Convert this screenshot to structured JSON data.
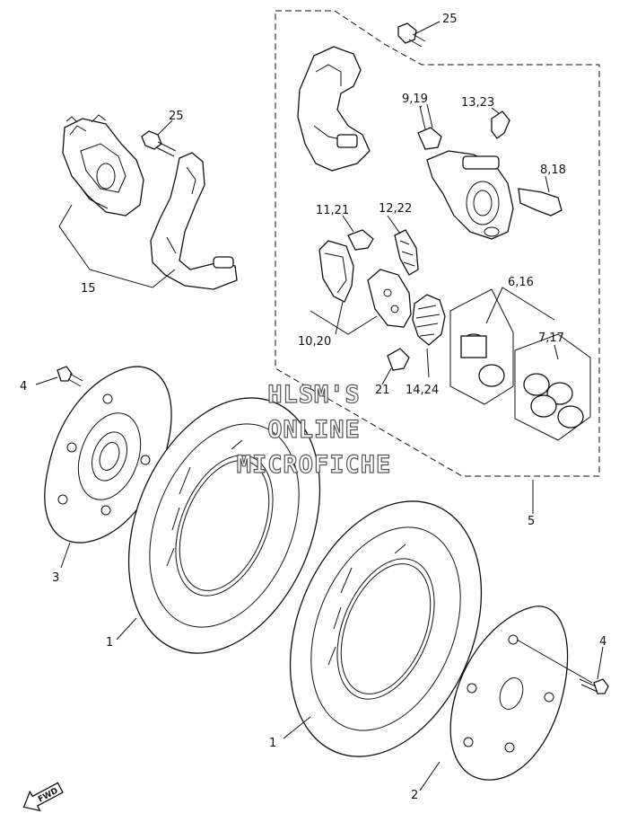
{
  "labels": {
    "l25a": "25",
    "l25b": "25",
    "l9_19": "9,19",
    "l13_23": "13,23",
    "l8_18": "8,18",
    "l11_21": "11,21",
    "l12_22": "12,22",
    "l15": "15",
    "l6_16": "6,16",
    "l7_17": "7,17",
    "l10_20": "10,20",
    "l14_24": "14,24",
    "l21": "21",
    "l4a": "4",
    "l4b": "4",
    "l3": "3",
    "l1a": "1",
    "l1b": "1",
    "l2": "2",
    "l5": "5"
  },
  "watermark": {
    "line1": "HLSM'S",
    "line2": "ONLINE",
    "line3": "MICROFICHE"
  },
  "fwd_badge": "FWD"
}
